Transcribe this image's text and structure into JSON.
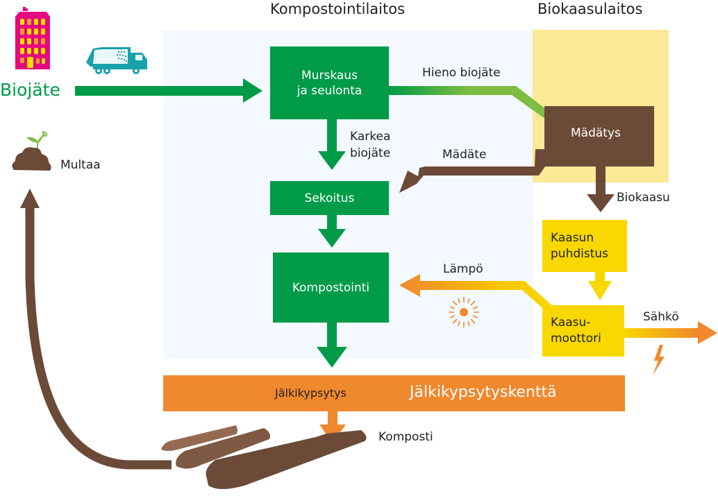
{
  "colors": {
    "green": "#009b48",
    "light_green": "#7dbd42",
    "brown": "#6b4a37",
    "yellow_box": "#f8d800",
    "yellow_zone": "#fbe998",
    "blue_zone": "#f3f9fe",
    "orange": "#f0882e",
    "magenta": "#e5097f"
  },
  "headers": {
    "compost_plant": "Kompostointilaitos",
    "biogas_plant": "Biokaasulaitos"
  },
  "source": {
    "label": "Biojäte",
    "building_icon": "apartment-building-icon",
    "truck_icon": "garbage-truck-icon"
  },
  "process": {
    "crushing": "Murskaus\nja seulonta",
    "mixing": "Sekoitus",
    "composting": "Kompostointi",
    "digestion": "Mädätys",
    "gas_cleaning": [
      "Kaasun",
      "puhdistus"
    ],
    "gas_engine": [
      "Kaasu-",
      "moottori"
    ],
    "post_maturing": "Jälkikypsytys",
    "post_maturing_field": "Jälkikypsytyskenttä"
  },
  "flows": {
    "fine_biowaste": "Hieno biojäte",
    "coarse_biowaste": [
      "Karkea",
      "biojäte"
    ],
    "digestate": "Mädäte",
    "biogas": "Biokaasu",
    "heat": "Lämpö",
    "electricity": "Sähkö",
    "compost": "Komposti",
    "soil": "Multaa"
  },
  "icons": {
    "sun": "heat-sun-icon",
    "lightning": "lightning-icon",
    "soil": "soil-sprout-icon",
    "compost_piles": "compost-piles-icon"
  }
}
